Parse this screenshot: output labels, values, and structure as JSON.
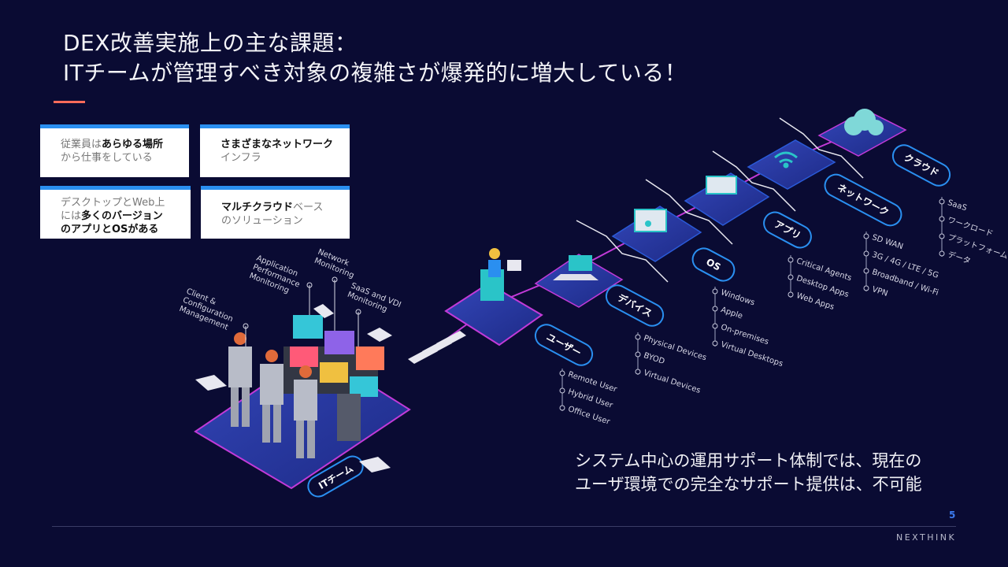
{
  "title": {
    "line1": "DEX改善実施上の主な課題：",
    "line2": "ITチームが管理すべき対象の複雑さが爆発的に増大している！"
  },
  "cards": [
    {
      "id": "anywhere",
      "parts": [
        {
          "t": "従業員は",
          "s": "dim"
        },
        {
          "t": "あらゆる場所",
          "s": "b"
        },
        {
          "t": "\nから仕事をしている",
          "s": "dim"
        }
      ]
    },
    {
      "id": "network",
      "parts": [
        {
          "t": "さまざまなネットワーク",
          "s": "b"
        },
        {
          "t": "\nインフラ",
          "s": "dim"
        }
      ]
    },
    {
      "id": "versions",
      "parts": [
        {
          "t": "デスクトップとWeb上\nには",
          "s": "dim"
        },
        {
          "t": "多くのバージョン\nのアプリとOSがある",
          "s": "b"
        }
      ]
    },
    {
      "id": "multicloud",
      "parts": [
        {
          "t": "マルチクラウド",
          "s": "b"
        },
        {
          "t": "ベース\nのソリューション",
          "s": "dim"
        }
      ]
    }
  ],
  "monitoring": [
    {
      "label": "Client &\nConfiguration\nManagement"
    },
    {
      "label": "Application\nPerformance\nMonitoring"
    },
    {
      "label": "Network\nMonitoring"
    },
    {
      "label": "SaaS and VDI\nMonitoring"
    }
  ],
  "team_label": "ITチーム",
  "categories": [
    {
      "name": "ユーザー",
      "items": [
        "Remote User",
        "Hybrid User",
        "Office User"
      ]
    },
    {
      "name": "デバイス",
      "items": [
        "Physical Devices",
        "BYOD",
        "Virtual Devices"
      ]
    },
    {
      "name": "OS",
      "items": [
        "Windows",
        "Apple",
        "On-premises",
        "Virtual Desktops"
      ]
    },
    {
      "name": "アプリ",
      "items": [
        "Critical Agents",
        "Desktop Apps",
        "Web Apps"
      ]
    },
    {
      "name": "ネットワーク",
      "items": [
        "SD WAN",
        "3G / 4G / LTE / 5G",
        "Broadband / Wi-Fi",
        "VPN"
      ]
    },
    {
      "name": "クラウド",
      "items": [
        "SaaS",
        "ワークロード",
        "プラットフォーム",
        "データ"
      ]
    }
  ],
  "bottom_text": {
    "line1": "システム中心の運用サポート体制では、現在の",
    "line2": "ユーザ環境での完全なサポート提供は、不可能"
  },
  "page_number": "5",
  "brand": "NEXTHINK",
  "colors": {
    "background": "#0a0b33",
    "accent": "#ff6b5a",
    "card_top": "#2a8ff0",
    "tile": "#2a3aa6",
    "tile_border": "#c23ad8"
  }
}
